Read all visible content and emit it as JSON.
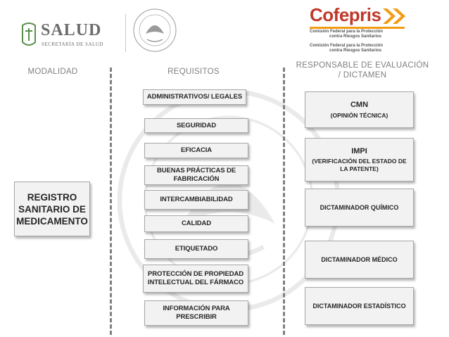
{
  "header": {
    "left_logo_title": "SALUD",
    "left_logo_subtitle": "SECRETARÍA DE SALUD",
    "right_logo_title": "Cofepris",
    "right_logo_line1": "Comisión Federal para la Protección",
    "right_logo_line2": "contra Riesgos Sanitarios",
    "right_logo_line3": "Comisión Federal para la Protección",
    "right_logo_line4": "contra Riesgos Sanitarios"
  },
  "columns": {
    "modalidad": "MODALIDAD",
    "requisitos": "REQUISITOS",
    "responsable": "RESPONSABLE DE EVALUACIÓN / DICTAMEN"
  },
  "modalidad_box": "REGISTRO SANITARIO DE MEDICAMENTO",
  "requisitos": [
    "ADMINISTRATIVOS/ LEGALES",
    "SEGURIDAD",
    "EFICACIA",
    "BUENAS PRÁCTICAS DE FABRICACIÓN",
    "INTERCAMBIABILIDAD",
    "CALIDAD",
    "ETIQUETADO",
    "PROTECCIÓN DE PROPIEDAD INTELECTUAL DEL FÁRMACO",
    "INFORMACIÓN PARA PRESCRIBIR"
  ],
  "responsables": [
    {
      "title": "CMN",
      "subtitle": "(OPINIÓN TÉCNICA)"
    },
    {
      "title": "IMPI",
      "subtitle": "(VERIFICACIÓN DEL ESTADO DE LA PATENTE)"
    },
    {
      "title": "DICTAMINADOR QUÍMICO",
      "subtitle": ""
    },
    {
      "title": "DICTAMINADOR MÉDICO",
      "subtitle": ""
    },
    {
      "title": "DICTAMINADOR ESTADÍSTICO",
      "subtitle": ""
    }
  ],
  "colors": {
    "cofepris_red": "#c0392b",
    "cofepris_orange": "#f39c12",
    "salud_green": "#5a8f4a",
    "box_fill": "#f2f2f2"
  }
}
